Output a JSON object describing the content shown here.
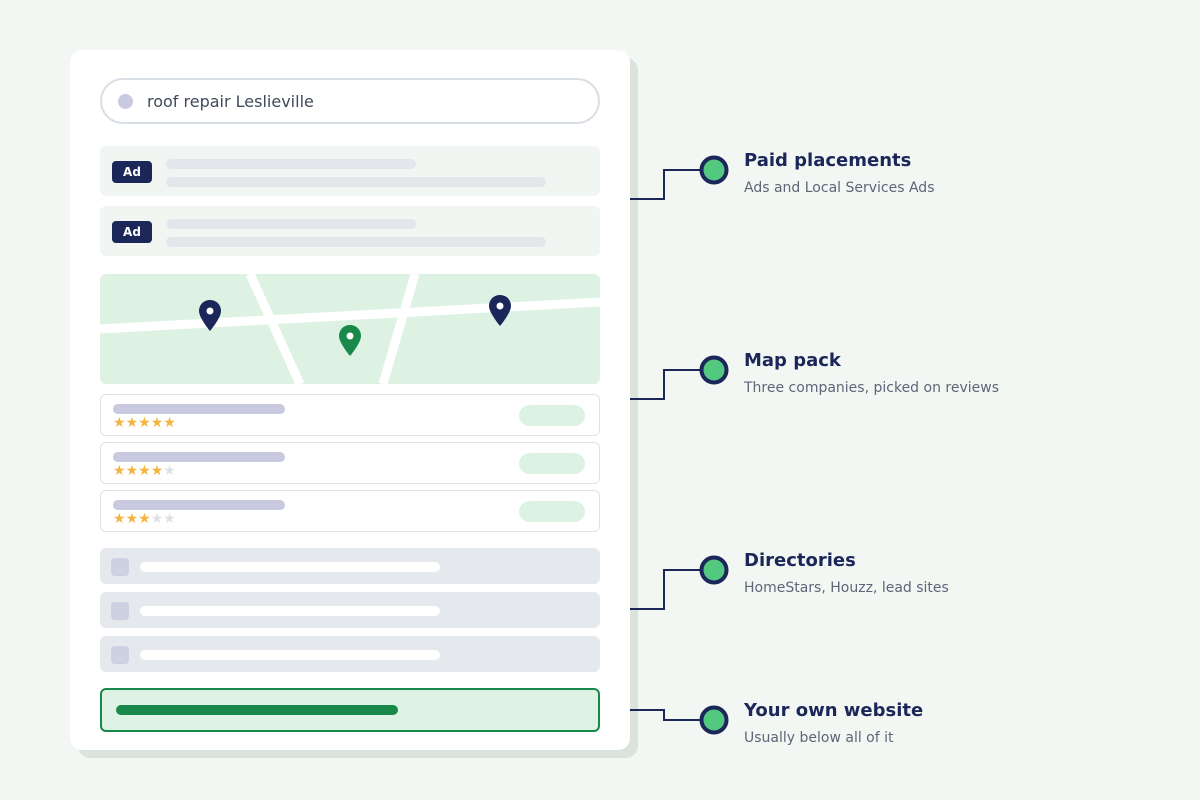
{
  "search": {
    "query": "roof repair Leslieville"
  },
  "ads": [
    {
      "badge": "Ad"
    },
    {
      "badge": "Ad"
    }
  ],
  "listings": [
    {
      "rating": 5,
      "max": 5
    },
    {
      "rating": 4,
      "max": 5
    },
    {
      "rating": 3,
      "max": 5
    }
  ],
  "callouts": [
    {
      "title": "Paid placements",
      "subtitle": "Ads and Local Services Ads"
    },
    {
      "title": "Map pack",
      "subtitle": "Three companies, picked on reviews"
    },
    {
      "title": "Directories",
      "subtitle": "HomeStars, Houzz, lead sites"
    },
    {
      "title": "Your own website",
      "subtitle": "Usually below all of it"
    }
  ],
  "colors": {
    "navy": "#1b2659",
    "green": "#18894a",
    "node_fill": "#52c97f",
    "star": "#f3b43d"
  }
}
